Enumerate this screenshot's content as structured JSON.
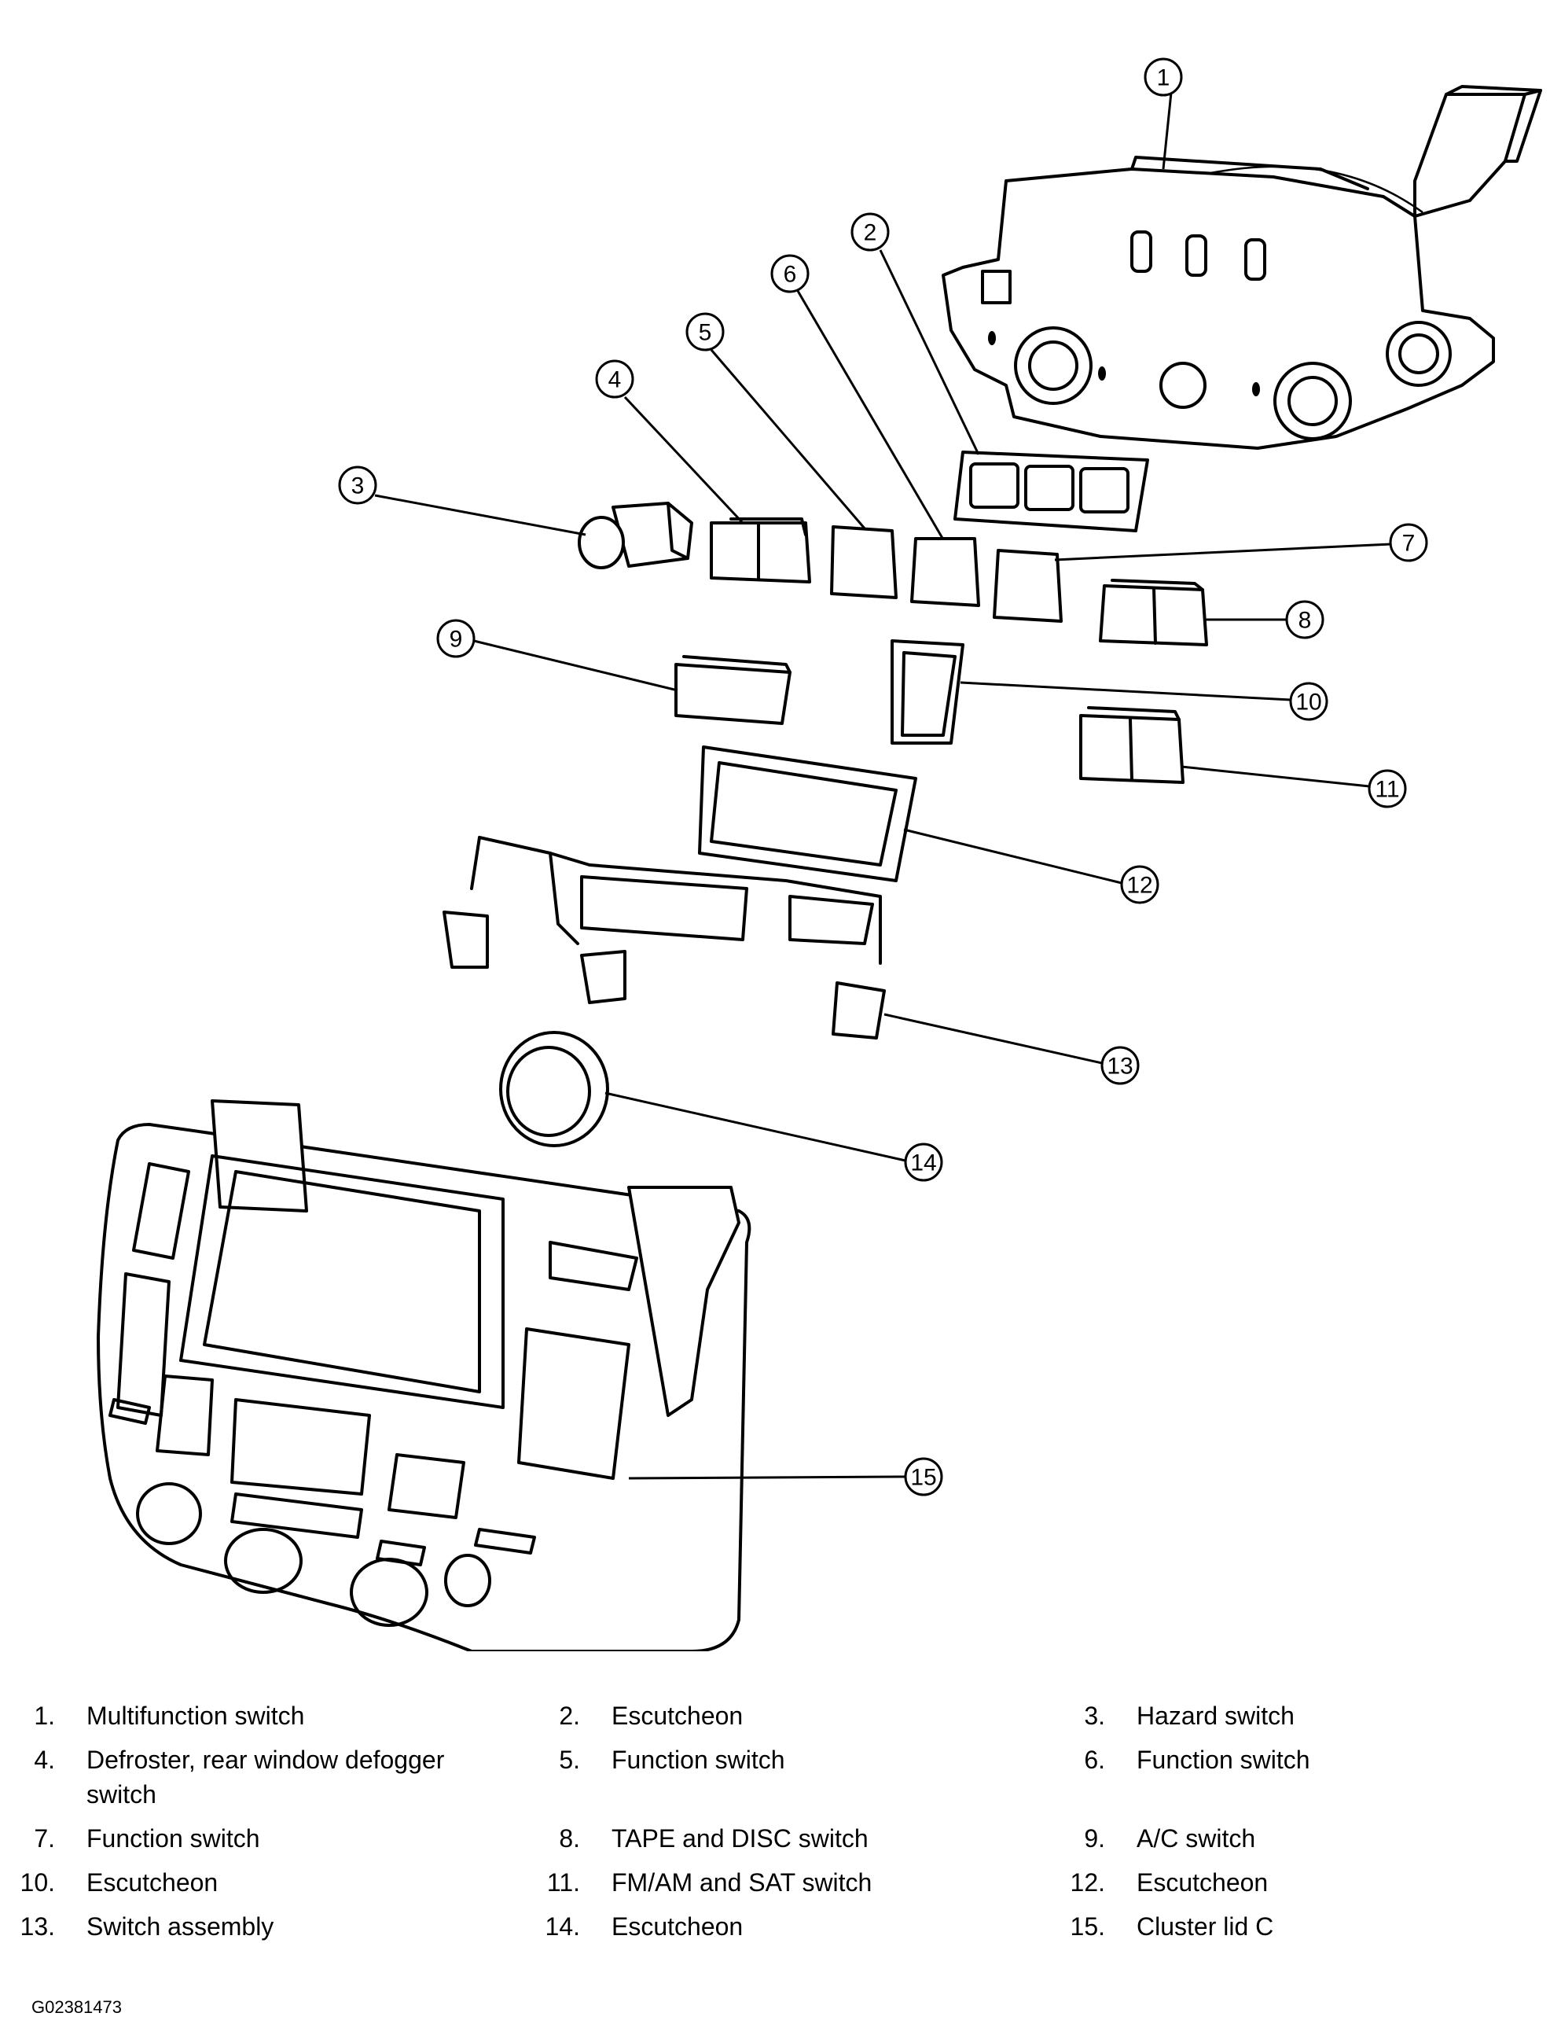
{
  "legend": [
    {
      "num": "1.",
      "label": "Multifunction switch"
    },
    {
      "num": "2.",
      "label": "Escutcheon"
    },
    {
      "num": "3.",
      "label": "Hazard switch"
    },
    {
      "num": "4.",
      "label": "Defroster, rear window defogger switch"
    },
    {
      "num": "5.",
      "label": "Function switch"
    },
    {
      "num": "6.",
      "label": "Function switch"
    },
    {
      "num": "7.",
      "label": "Function switch"
    },
    {
      "num": "8.",
      "label": "TAPE and DISC switch"
    },
    {
      "num": "9.",
      "label": "A/C switch"
    },
    {
      "num": "10.",
      "label": "Escutcheon"
    },
    {
      "num": "11.",
      "label": "FM/AM and SAT switch"
    },
    {
      "num": "12.",
      "label": "Escutcheon"
    },
    {
      "num": "13.",
      "label": "Switch assembly"
    },
    {
      "num": "14.",
      "label": "Escutcheon"
    },
    {
      "num": "15.",
      "label": "Cluster lid C"
    }
  ],
  "callouts": [
    "1",
    "2",
    "3",
    "4",
    "5",
    "6",
    "7",
    "8",
    "9",
    "10",
    "11",
    "12",
    "13",
    "14",
    "15"
  ],
  "figure_id": "G02381473"
}
